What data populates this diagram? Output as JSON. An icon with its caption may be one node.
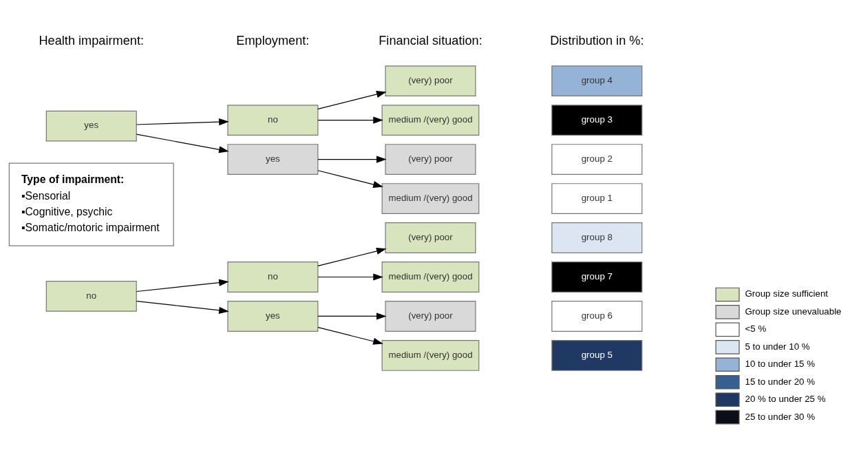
{
  "diagram": {
    "nodes": [
      {
        "text": [
          "yes"
        ]
      },
      {
        "text": [
          "no"
        ]
      },
      {
        "text": [
          "yes"
        ]
      },
      {
        "text": [
          "no"
        ]
      },
      {
        "text": [
          "yes"
        ]
      },
      {
        "text": [
          "no"
        ]
      },
      {
        "text": [
          "medium /(very) good"
        ]
      },
      {
        "text": [
          "(very) poor"
        ]
      },
      {
        "text": [
          "medium /(very) good"
        ]
      },
      {
        "text": [
          "(very) poor"
        ]
      },
      {
        "text": [
          "medium /(very) good"
        ]
      },
      {
        "text": [
          "(very) poor"
        ]
      },
      {
        "text": [
          "medium /(very) good"
        ]
      },
      {
        "text": [
          "(very) poor"
        ]
      },
      {
        "text": [
          "group 1"
        ]
      },
      {
        "text": [
          "group 2"
        ]
      },
      {
        "text": [
          "group 3"
        ]
      },
      {
        "text": [
          "group 4"
        ]
      },
      {
        "text": [
          "group 5"
        ]
      },
      {
        "text": [
          "group 6"
        ]
      },
      {
        "text": [
          "group 7"
        ]
      },
      {
        "text": [
          "group 8"
        ]
      },
      {
        "text": [
          "Type of impairment:",
          "▪Sensorial",
          "▪Cognitive, psychic",
          "▪Somatic/motoric impairment"
        ]
      }
    ],
    "edges": [
      {
        "from": 0,
        "to": 2,
        "arrow": "to"
      },
      {
        "from": 0,
        "to": 3,
        "arrow": "to"
      },
      {
        "from": 1,
        "to": 4,
        "arrow": "to"
      },
      {
        "from": 1,
        "to": 5,
        "arrow": "to"
      },
      {
        "from": 2,
        "to": 6,
        "arrow": "to"
      },
      {
        "from": 2,
        "to": 7,
        "arrow": "to"
      },
      {
        "from": 3,
        "to": 8,
        "arrow": "to"
      },
      {
        "from": 3,
        "to": 9,
        "arrow": "to"
      },
      {
        "from": 4,
        "to": 10,
        "arrow": "to"
      },
      {
        "from": 4,
        "to": 11,
        "arrow": "to"
      },
      {
        "from": 5,
        "to": 12,
        "arrow": "to"
      },
      {
        "from": 5,
        "to": 13,
        "arrow": "to"
      }
    ],
    "labels": [
      "Health impairment:",
      "Employment:",
      "Financial situation:",
      "Distribution in %:"
    ],
    "legend": [
      {
        "text": "Group size sufficient",
        "color": "#d7e4bd"
      },
      {
        "text": "Group size unevaluable",
        "color": "#d9d9d9"
      },
      {
        "text": "<5 %",
        "color": "#ffffff"
      },
      {
        "text": "5 to under 10 %",
        "color": "#dce6f2"
      },
      {
        "text": "10 to under 15 %",
        "color": "#95b3d7"
      },
      {
        "text": "15 to under 20 %",
        "color": "#366092"
      },
      {
        "text": "20 % to under 25 %",
        "color": "#1f3864"
      },
      {
        "text": "25 to under 30 %",
        "color": "#0d0d1a"
      }
    ]
  }
}
